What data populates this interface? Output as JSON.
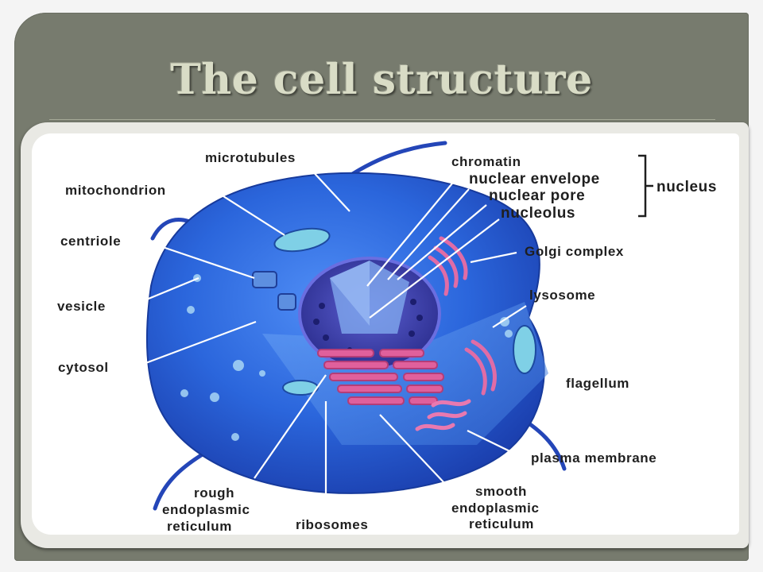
{
  "slide": {
    "title": "The cell structure",
    "colors": {
      "panel": "#777b6e",
      "title": "#d9dcc6",
      "cell_body": "#2f6fe0",
      "nucleus": "#3a3fae",
      "endoplasmic_reticulum": "#e0609c",
      "label_lines": "#ffffff"
    }
  },
  "diagram": {
    "labels": {
      "microtubules": "microtubules",
      "mitochondrion": "mitochondrion",
      "centriole": "centriole",
      "vesicle": "vesicle",
      "cytosol": "cytosol",
      "chromatin": "chromatin",
      "nuclear_envelope": "nuclear envelope",
      "nuclear_pore": "nuclear pore",
      "nucleolus": "nucleolus",
      "nucleus": "nucleus",
      "golgi": "Golgi complex",
      "lysosome": "lysosome",
      "flagellum": "flagellum",
      "plasma_membrane": "plasma membrane",
      "rough_er_1": "rough",
      "rough_er_2": "endoplasmic",
      "rough_er_3": "reticulum",
      "ribosomes": "ribosomes",
      "smooth_er_1": "smooth",
      "smooth_er_2": "endoplasmic",
      "smooth_er_3": "reticulum"
    }
  }
}
